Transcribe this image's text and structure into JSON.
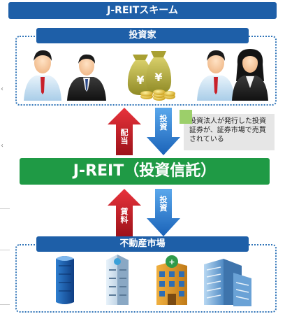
{
  "title": "J-REITスキーム",
  "investor_label": "投資家",
  "reit_label": "J-REIT（投資信託）",
  "market_label": "不動産市場",
  "arrows": {
    "dividend": "配当",
    "invest_top": "投資",
    "rent": "賃料",
    "invest_bottom": "投資"
  },
  "note": "投資法人が発行した投資証券が、証券市場で売買されている",
  "colors": {
    "label_blue": "#1e5fa8",
    "reit_green": "#1f9a45",
    "arrow_red": "#c8202a",
    "arrow_blue": "#2a7fd4"
  }
}
